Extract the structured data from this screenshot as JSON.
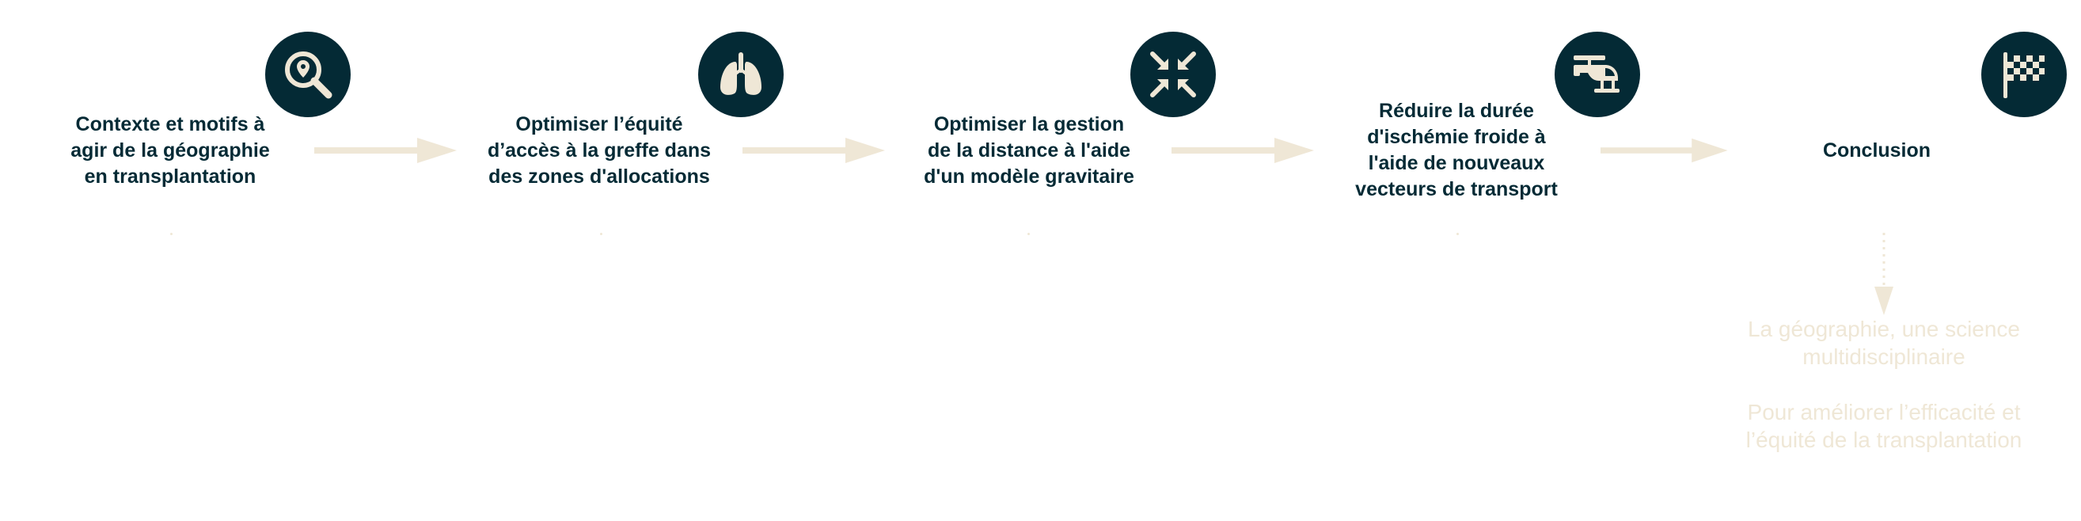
{
  "colors": {
    "icon_bg": "#042a35",
    "icon_fg": "#efe7d6",
    "label_text": "#042a35",
    "arrow": "#efe7d6",
    "note_text": "#efe7d6"
  },
  "steps": [
    {
      "icon": "magnifier-pin-icon",
      "label": "Contexte et motifs à\nagir de la géographie\nen transplantation"
    },
    {
      "icon": "lungs-icon",
      "label": "Optimiser l’équité\nd’accès à la greffe dans\ndes zones d'allocations"
    },
    {
      "icon": "compress-arrows-icon",
      "label": "Optimiser la gestion\nde la distance à l'aide\nd'un modèle gravitaire"
    },
    {
      "icon": "helicopter-icon",
      "label": "Réduire la durée\nd'ischémie froide à\nl'aide de nouveaux\nvecteurs de transport"
    },
    {
      "icon": "checkered-flag-icon",
      "label": "Conclusion"
    }
  ],
  "conclusion_notes": [
    "La géographie, une science\nmultidisciplinaire",
    "Pour améliorer l’efficacité et\nl’équité de la transplantation"
  ]
}
